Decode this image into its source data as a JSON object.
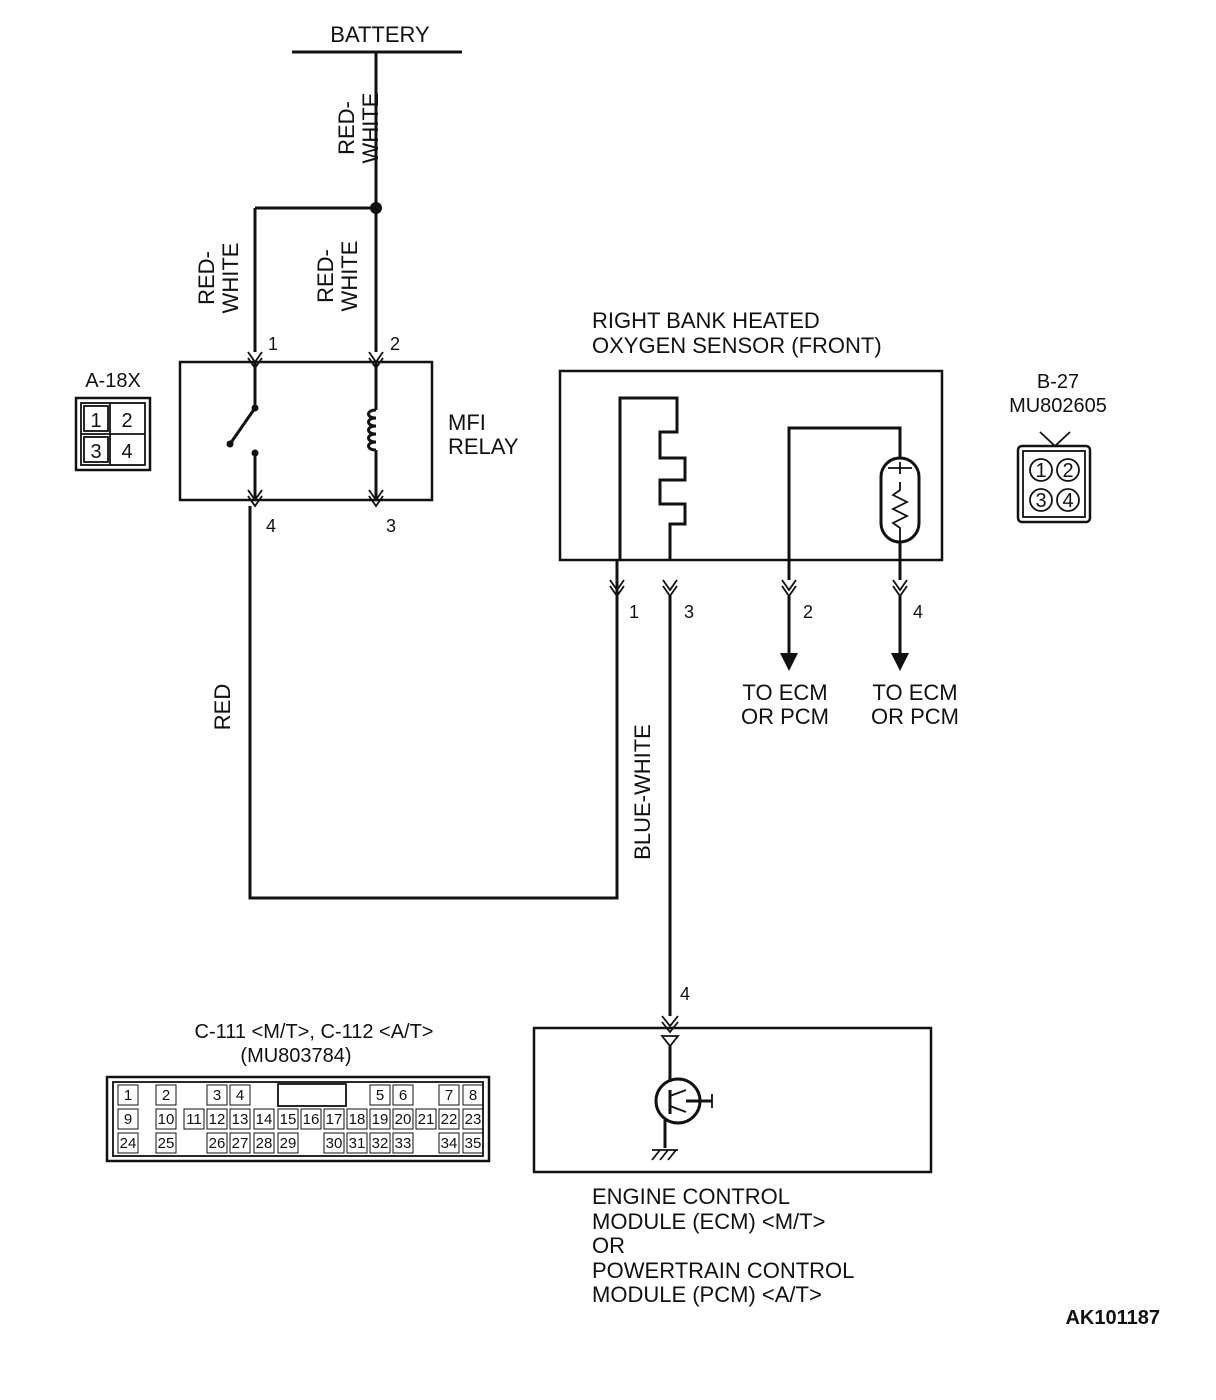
{
  "battery_label": "BATTERY",
  "wires": {
    "battery_feed": [
      "RED-",
      "WHITE"
    ],
    "relay_pin1": [
      "RED-",
      "WHITE"
    ],
    "relay_pin2": [
      "RED-",
      "WHITE"
    ],
    "relay_to_sensor": "RED",
    "sensor_to_ecm": "BLUE-WHITE"
  },
  "relay": {
    "name": [
      "MFI",
      "RELAY"
    ],
    "pins": [
      "1",
      "2",
      "4",
      "3"
    ]
  },
  "connector_a18x": {
    "label": "A-18X",
    "pins": [
      "1",
      "2",
      "3",
      "4"
    ]
  },
  "sensor": {
    "title": [
      "RIGHT BANK HEATED",
      "OXYGEN SENSOR (FRONT)"
    ],
    "pins": [
      "1",
      "3",
      "2",
      "4"
    ],
    "destinations": [
      [
        "TO ECM",
        "OR PCM"
      ],
      [
        "TO ECM",
        "OR PCM"
      ]
    ]
  },
  "connector_b27": {
    "label": [
      "B-27",
      "MU802605"
    ],
    "pins": [
      "1",
      "2",
      "3",
      "4"
    ]
  },
  "ecm": {
    "pin": "4",
    "title": [
      "ENGINE CONTROL",
      "MODULE (ECM) <M/T>",
      "OR",
      "POWERTRAIN CONTROL",
      "MODULE (PCM) <A/T>"
    ]
  },
  "connector_c111": {
    "label": [
      "C-111 <M/T>, C-112 <A/T>",
      "(MU803784)"
    ],
    "rows": [
      [
        "1",
        "2",
        "",
        "3",
        "4",
        "",
        "",
        "",
        "",
        "",
        "5",
        "6",
        "",
        "7",
        "8"
      ],
      [
        "9",
        "10",
        "11",
        "12",
        "13",
        "14",
        "15",
        "16",
        "17",
        "18",
        "19",
        "20",
        "21",
        "22",
        "23"
      ],
      [
        "24",
        "25",
        "",
        "26",
        "27",
        "28",
        "29",
        "",
        "30",
        "31",
        "32",
        "33",
        "",
        "34",
        "35"
      ]
    ]
  },
  "figure_code": "AK101187"
}
